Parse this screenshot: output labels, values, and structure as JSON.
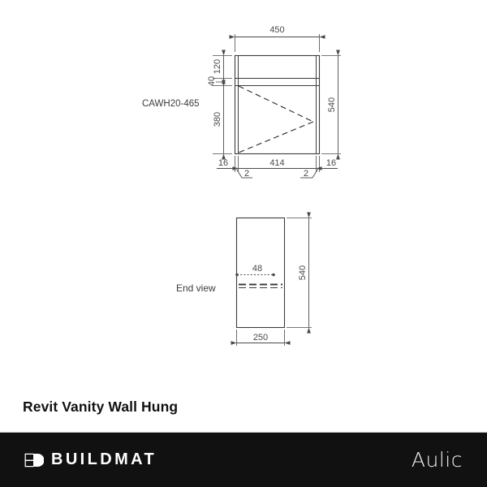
{
  "page": {
    "background_color": "#ffffff",
    "line_color": "#3c3c3c",
    "dim_color": "#4a4a4a"
  },
  "drawing": {
    "front_view": {
      "part_label": "CAWH20-465",
      "dimensions": {
        "overall_width": "450",
        "overall_height": "540",
        "drawer_height": "120",
        "gap": "40",
        "door_height": "380",
        "left_inset": "16",
        "inner_width": "414",
        "right_inset": "16",
        "left_thickness": "2",
        "right_thickness": "2"
      }
    },
    "end_view": {
      "view_label": "End view",
      "dimensions": {
        "overall_height": "540",
        "overall_depth": "250",
        "detail_offset": "48"
      }
    }
  },
  "caption": {
    "title": "Revit Vanity Wall Hung"
  },
  "footer": {
    "background_color": "#111111",
    "brand_primary": "BUILDMAT",
    "brand_secondary": "Aulic",
    "mark_name": "buildmat-b-mark"
  }
}
